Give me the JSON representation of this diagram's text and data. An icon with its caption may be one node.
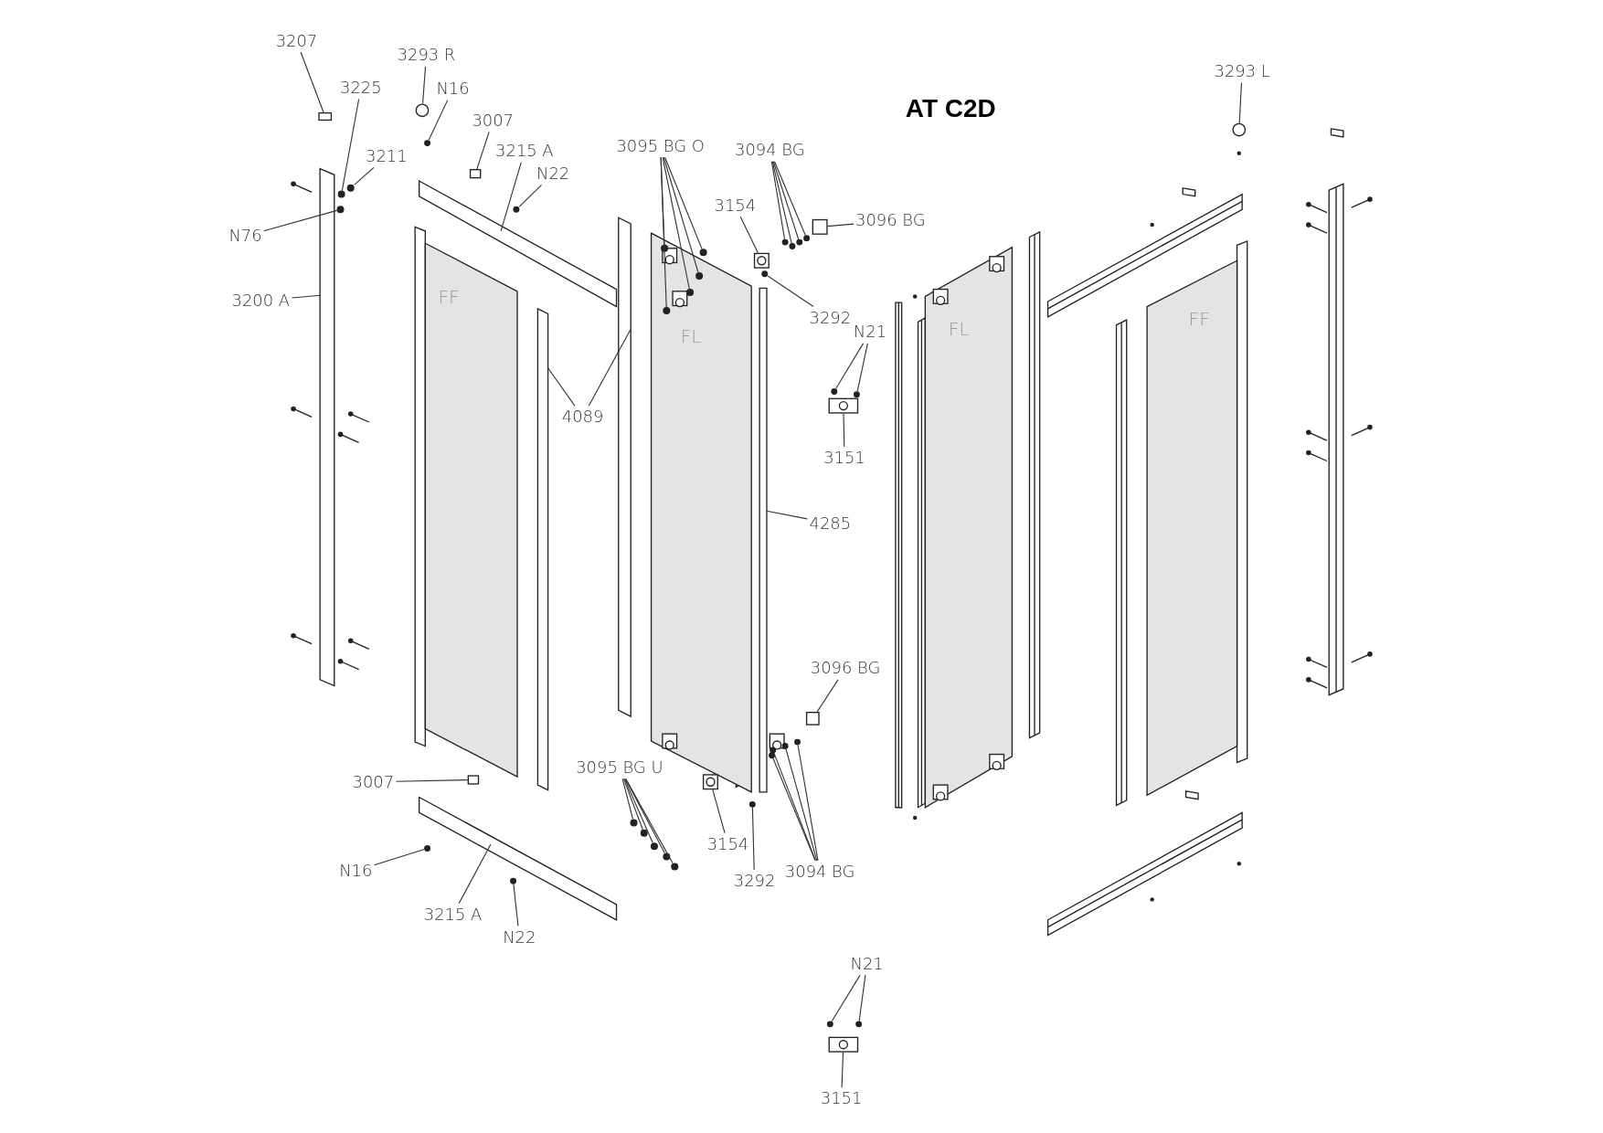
{
  "diagram": {
    "title": "AT C2D",
    "nodes": [
      {
        "text": [
          "3207"
        ]
      },
      {
        "text": [
          "3293 R"
        ]
      },
      {
        "text": [
          "3225"
        ]
      },
      {
        "text": [
          "N16"
        ]
      },
      {
        "text": [
          "3007"
        ]
      },
      {
        "text": [
          "3215 A"
        ]
      },
      {
        "text": [
          "N22"
        ]
      },
      {
        "text": [
          "3211"
        ]
      },
      {
        "text": [
          "N76"
        ]
      },
      {
        "text": [
          "3200 A"
        ]
      },
      {
        "text": [
          "3095 BG O"
        ]
      },
      {
        "text": [
          "3094 BG"
        ]
      },
      {
        "text": [
          "3154"
        ]
      },
      {
        "text": [
          "3096 BG"
        ]
      },
      {
        "text": [
          "3292"
        ]
      },
      {
        "text": [
          "N21"
        ]
      },
      {
        "text": [
          "3151"
        ]
      },
      {
        "text": [
          "4089"
        ]
      },
      {
        "text": [
          "4285"
        ]
      },
      {
        "text": [
          "3096 BG"
        ]
      },
      {
        "text": [
          "3007"
        ]
      },
      {
        "text": [
          "3095 BG U"
        ]
      },
      {
        "text": [
          "3154"
        ]
      },
      {
        "text": [
          "3292"
        ]
      },
      {
        "text": [
          "3094 BG"
        ]
      },
      {
        "text": [
          "N16"
        ]
      },
      {
        "text": [
          "3215 A"
        ]
      },
      {
        "text": [
          "N22"
        ]
      },
      {
        "text": [
          "3293 L"
        ]
      },
      {
        "text": [
          "N21"
        ]
      },
      {
        "text": [
          "3151"
        ]
      },
      {
        "text": [],
        "shape": "box"
      },
      {
        "text": [],
        "shape": "circle"
      },
      {
        "text": [],
        "shape": "circle"
      },
      {
        "text": [],
        "shape": "circle"
      },
      {
        "text": [],
        "shape": "box"
      },
      {
        "text": [],
        "shape": "bar"
      },
      {
        "text": [],
        "shape": "circle"
      },
      {
        "text": [],
        "shape": "circle"
      },
      {
        "text": [],
        "shape": "circle"
      },
      {
        "text": [],
        "shape": "bar"
      },
      {
        "text": [],
        "shape": "circle"
      },
      {
        "text": [],
        "shape": "circle"
      },
      {
        "text": [],
        "shape": "circle"
      },
      {
        "text": [],
        "shape": "circle"
      },
      {
        "text": [],
        "shape": "circle"
      },
      {
        "text": [],
        "shape": "circle"
      },
      {
        "text": [],
        "shape": "circle"
      },
      {
        "text": [],
        "shape": "circle"
      },
      {
        "text": [],
        "shape": "circle"
      },
      {
        "text": [],
        "shape": "box"
      },
      {
        "text": [],
        "shape": "box"
      },
      {
        "text": [],
        "shape": "circle"
      },
      {
        "text": [],
        "shape": "circle"
      },
      {
        "text": [],
        "shape": "circle"
      },
      {
        "text": [],
        "shape": "box"
      },
      {
        "text": [],
        "shape": "bar"
      },
      {
        "text": [],
        "shape": "bar"
      },
      {
        "text": [],
        "shape": "bar"
      },
      {
        "text": [],
        "shape": "box"
      },
      {
        "text": [],
        "shape": "box"
      },
      {
        "text": [],
        "shape": "circle"
      },
      {
        "text": [],
        "shape": "circle"
      },
      {
        "text": [],
        "shape": "circle"
      },
      {
        "text": [],
        "shape": "circle"
      },
      {
        "text": [],
        "shape": "circle"
      },
      {
        "text": [],
        "shape": "box"
      },
      {
        "text": [],
        "shape": "circle"
      },
      {
        "text": [],
        "shape": "circle"
      },
      {
        "text": [],
        "shape": "circle"
      },
      {
        "text": [],
        "shape": "circle"
      },
      {
        "text": [],
        "shape": "circle"
      },
      {
        "text": [],
        "shape": "circle"
      },
      {
        "text": [],
        "shape": "bar"
      },
      {
        "text": [],
        "shape": "circle"
      },
      {
        "text": [],
        "shape": "circle"
      },
      {
        "text": [],
        "shape": "circle"
      },
      {
        "text": [],
        "shape": "circle"
      },
      {
        "text": [],
        "shape": "box"
      }
    ],
    "edges": [
      {
        "from": 0,
        "to": 31,
        "arrow": "none"
      },
      {
        "from": 1,
        "to": 32,
        "arrow": "none"
      },
      {
        "from": 2,
        "to": 33,
        "arrow": "none"
      },
      {
        "from": 3,
        "to": 34,
        "arrow": "none"
      },
      {
        "from": 4,
        "to": 35,
        "arrow": "none"
      },
      {
        "from": 5,
        "to": 36,
        "arrow": "none"
      },
      {
        "from": 6,
        "to": 37,
        "arrow": "none"
      },
      {
        "from": 7,
        "to": 38,
        "arrow": "none"
      },
      {
        "from": 8,
        "to": 39,
        "arrow": "none"
      },
      {
        "from": 9,
        "to": 40,
        "arrow": "none"
      },
      {
        "from": 10,
        "to": 41,
        "arrow": "none"
      },
      {
        "from": 10,
        "to": 42,
        "arrow": "none"
      },
      {
        "from": 10,
        "to": 43,
        "arrow": "none"
      },
      {
        "from": 10,
        "to": 44,
        "arrow": "none"
      },
      {
        "from": 10,
        "to": 45,
        "arrow": "none"
      },
      {
        "from": 11,
        "to": 46,
        "arrow": "none"
      },
      {
        "from": 11,
        "to": 47,
        "arrow": "none"
      },
      {
        "from": 11,
        "to": 48,
        "arrow": "none"
      },
      {
        "from": 11,
        "to": 49,
        "arrow": "none"
      },
      {
        "from": 12,
        "to": 50,
        "arrow": "none"
      },
      {
        "from": 13,
        "to": 51,
        "arrow": "none"
      },
      {
        "from": 14,
        "to": 52,
        "arrow": "none"
      },
      {
        "from": 15,
        "to": 53,
        "arrow": "none"
      },
      {
        "from": 15,
        "to": 54,
        "arrow": "none"
      },
      {
        "from": 16,
        "to": 55,
        "arrow": "none"
      },
      {
        "from": 17,
        "to": 56,
        "arrow": "none"
      },
      {
        "from": 17,
        "to": 57,
        "arrow": "none"
      },
      {
        "from": 18,
        "to": 58,
        "arrow": "none"
      },
      {
        "from": 19,
        "to": 59,
        "arrow": "none"
      },
      {
        "from": 20,
        "to": 60,
        "arrow": "none"
      },
      {
        "from": 21,
        "to": 61,
        "arrow": "none"
      },
      {
        "from": 21,
        "to": 62,
        "arrow": "none"
      },
      {
        "from": 21,
        "to": 63,
        "arrow": "none"
      },
      {
        "from": 21,
        "to": 64,
        "arrow": "none"
      },
      {
        "from": 21,
        "to": 65,
        "arrow": "none"
      },
      {
        "from": 22,
        "to": 66,
        "arrow": "none"
      },
      {
        "from": 23,
        "to": 67,
        "arrow": "none"
      },
      {
        "from": 24,
        "to": 68,
        "arrow": "none"
      },
      {
        "from": 24,
        "to": 69,
        "arrow": "none"
      },
      {
        "from": 24,
        "to": 70,
        "arrow": "none"
      },
      {
        "from": 24,
        "to": 71,
        "arrow": "none"
      },
      {
        "from": 25,
        "to": 72,
        "arrow": "none"
      },
      {
        "from": 26,
        "to": 73,
        "arrow": "none"
      },
      {
        "from": 27,
        "to": 74,
        "arrow": "none"
      },
      {
        "from": 28,
        "to": 75,
        "arrow": "none"
      },
      {
        "from": 29,
        "to": 76,
        "arrow": "none"
      },
      {
        "from": 29,
        "to": 77,
        "arrow": "none"
      },
      {
        "from": 30,
        "to": 78,
        "arrow": "none"
      }
    ],
    "labels": [
      "FF",
      "FL",
      "FL",
      "FF"
    ]
  }
}
